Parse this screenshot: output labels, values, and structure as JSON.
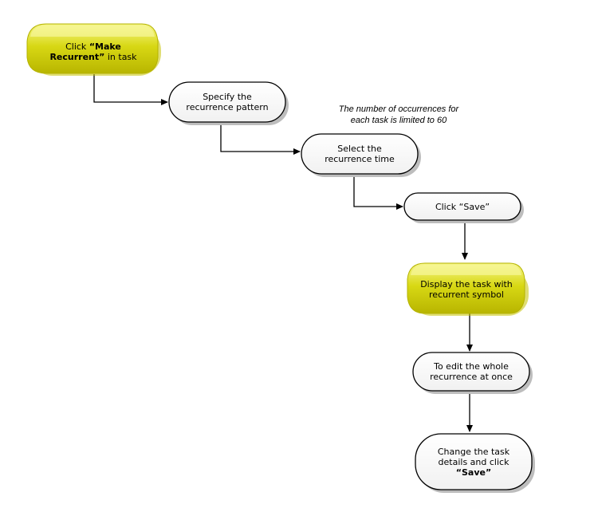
{
  "nodes": {
    "make_recurrent": {
      "pre": "Click ",
      "bold": "“Make Recurrent”",
      "post": " in task"
    },
    "specify_pattern": {
      "line1": "Specify the",
      "line2": "recurrence pattern"
    },
    "select_time": {
      "line1": "Select the",
      "line2": "recurrence time"
    },
    "click_save": {
      "text": "Click “Save”"
    },
    "display_task": {
      "line1": "Display the task with",
      "line2": "recurrent symbol"
    },
    "edit_whole": {
      "line1": "To edit the whole",
      "line2": "recurrence at once"
    },
    "change_details": {
      "line1": "Change the task",
      "line2": "details and click",
      "bold": "“Save”"
    }
  },
  "note": {
    "line1": "The number of occurrences for",
    "line2": "each task is limited to 60"
  },
  "colors": {
    "highlight_fill": "#c9c800",
    "highlight_top": "#f2f27a",
    "plain_fill": "#ffffff",
    "stroke": "#000000",
    "shadow": "#bdbdbd"
  }
}
